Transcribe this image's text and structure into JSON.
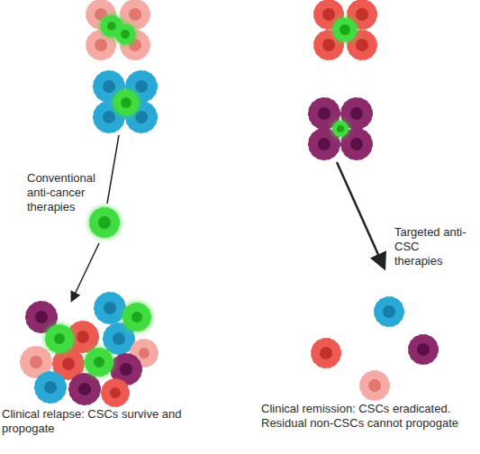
{
  "diagram": {
    "labels": [
      "Conventional anti-cancer therapies",
      "Targeted anti-CSC therapies",
      "Clinical relapse: CSCs survive and propogate",
      "Clinical remission: CSCs eradicated. Residual non-CSCs cannot propogate"
    ]
  }
}
